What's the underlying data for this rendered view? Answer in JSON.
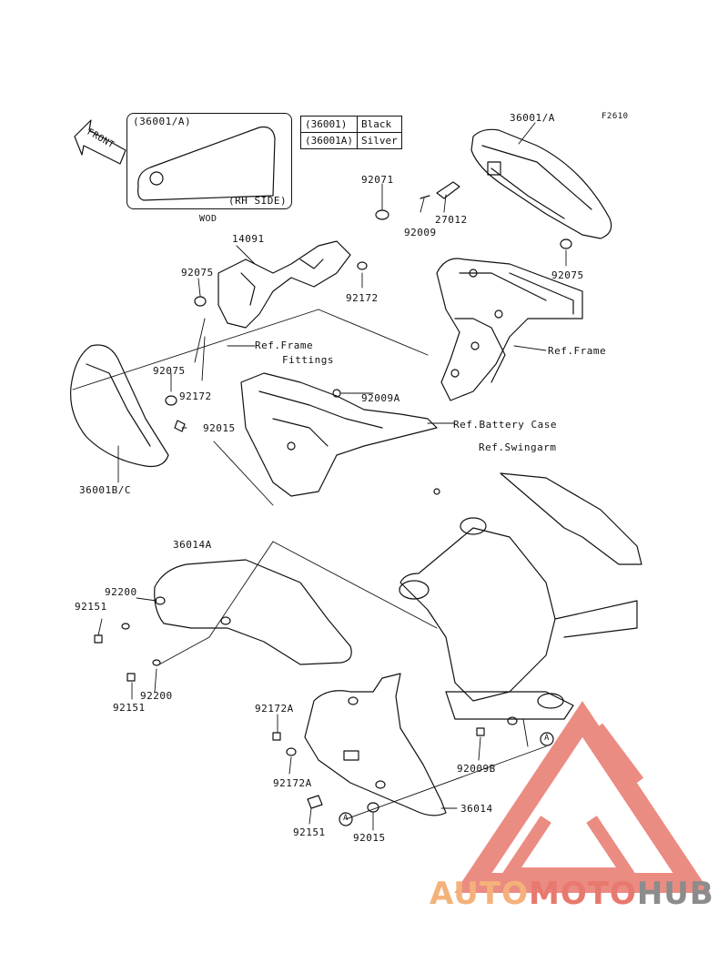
{
  "figure_code": "F2610",
  "front_label": "FRONT",
  "inset": {
    "title": "(36001/A)",
    "side": "(RH SIDE)",
    "caption": "WOD"
  },
  "color_table": [
    {
      "part": "(36001)",
      "color": "Black"
    },
    {
      "part": "(36001A)",
      "color": "Silver"
    }
  ],
  "labels": {
    "l_36001_A": "36001/A",
    "l_92071": "92071",
    "l_27012": "27012",
    "l_92009": "92009",
    "l_92075_right": "92075",
    "l_14091": "14091",
    "l_92075_left": "92075",
    "l_92172_top": "92172",
    "l_ref_frame_fittings_1": "Ref.Frame",
    "l_ref_frame_fittings_2": "Fittings",
    "l_ref_frame": "Ref.Frame",
    "l_92075_mid": "92075",
    "l_92172_mid": "92172",
    "l_92009A": "92009A",
    "l_92015_top": "92015",
    "l_ref_battery": "Ref.Battery Case",
    "l_ref_swingarm": "Ref.Swingarm",
    "l_36001BC": "36001B/C",
    "l_36014A": "36014A",
    "l_92200_top": "92200",
    "l_92151_top": "92151",
    "l_92200_bot": "92200",
    "l_92151_bot": "92151",
    "l_92172A_top": "92172A",
    "l_92172A_bot": "92172A",
    "l_92009B": "92009B",
    "l_36014": "36014",
    "l_92151_low": "92151",
    "l_92015_low": "92015",
    "marker_A": "A"
  },
  "watermark": {
    "part1": "AUTO",
    "part2": "MOTO",
    "part3": "HUB"
  },
  "colors": {
    "line": "#111111",
    "watermark_red": "#e8796e",
    "watermark_orange": "#f4b27a",
    "watermark_gray": "#8c8c8c"
  }
}
